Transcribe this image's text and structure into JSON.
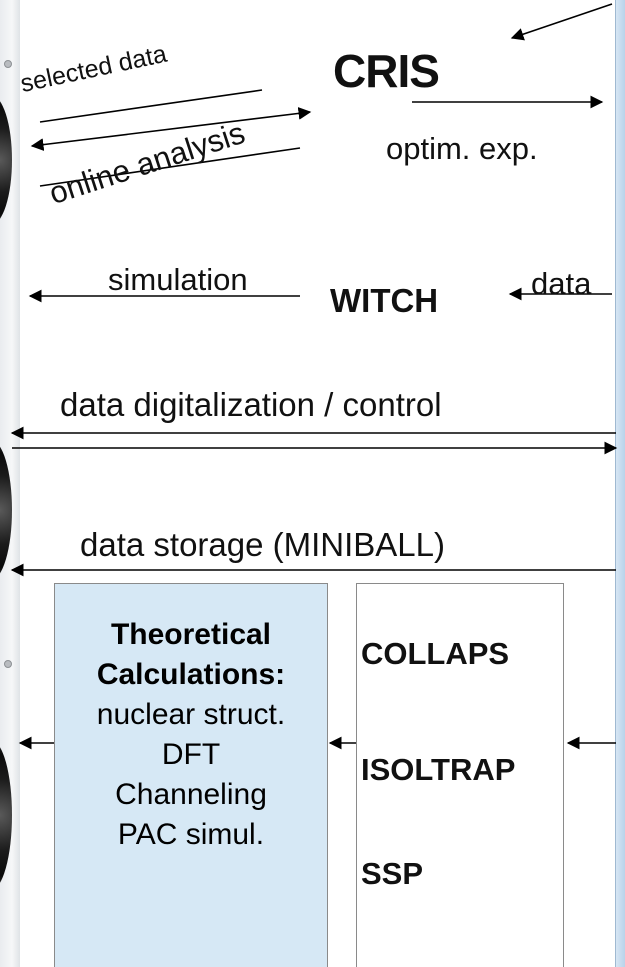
{
  "labels": {
    "cris": "CRIS",
    "selected_data": "selected data",
    "online_analysis": "online analysis",
    "optim_exp": "optim. exp.",
    "simulation": "simulation",
    "witch": "WITCH",
    "data": "data",
    "digitalization": "data digitalization / control",
    "storage": "data storage (MINIBALL)"
  },
  "theory_box": {
    "title_line1": "Theoretical",
    "title_line2": "Calculations:",
    "items": [
      "nuclear struct.",
      "DFT",
      "Channeling",
      "PAC simul."
    ]
  },
  "experiments_box": {
    "items": [
      "COLLAPS",
      "ISOLTRAP",
      "SSP"
    ]
  },
  "colors": {
    "theory_fill": "#d6e8f5",
    "arrow": "#000000",
    "box_border": "#8a8a8a"
  }
}
